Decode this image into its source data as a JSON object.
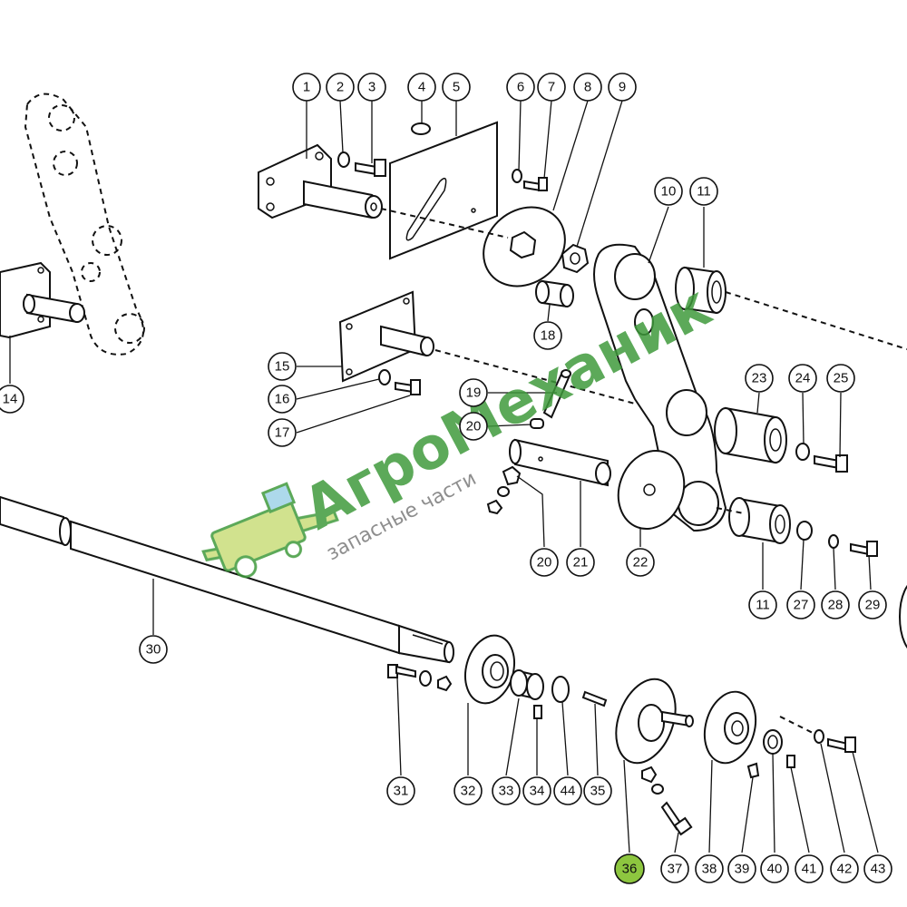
{
  "diagram": {
    "callouts": [
      {
        "n": "1"
      },
      {
        "n": "2"
      },
      {
        "n": "3"
      },
      {
        "n": "4"
      },
      {
        "n": "5"
      },
      {
        "n": "6"
      },
      {
        "n": "7"
      },
      {
        "n": "8"
      },
      {
        "n": "9"
      },
      {
        "n": "10"
      },
      {
        "n": "11"
      },
      {
        "n": "14"
      },
      {
        "n": "15"
      },
      {
        "n": "16"
      },
      {
        "n": "17"
      },
      {
        "n": "18"
      },
      {
        "n": "19"
      },
      {
        "n": "20"
      },
      {
        "n": "23"
      },
      {
        "n": "24"
      },
      {
        "n": "25"
      },
      {
        "n": "20"
      },
      {
        "n": "21"
      },
      {
        "n": "22"
      },
      {
        "n": "11"
      },
      {
        "n": "27"
      },
      {
        "n": "28"
      },
      {
        "n": "29"
      },
      {
        "n": "30"
      },
      {
        "n": "31"
      },
      {
        "n": "32"
      },
      {
        "n": "33"
      },
      {
        "n": "34"
      },
      {
        "n": "44"
      },
      {
        "n": "35"
      },
      {
        "n": "36",
        "highlight": true
      },
      {
        "n": "37"
      },
      {
        "n": "38"
      },
      {
        "n": "39"
      },
      {
        "n": "40"
      },
      {
        "n": "41"
      },
      {
        "n": "42"
      },
      {
        "n": "43"
      }
    ],
    "highlight_color": "#8dc63f"
  },
  "watermark": {
    "title": "АгроМеханик",
    "subtitle": "запасные части",
    "color": "#3f9a3c",
    "sub_color": "#7a7a7a",
    "icon": "combine-harvester-icon"
  }
}
